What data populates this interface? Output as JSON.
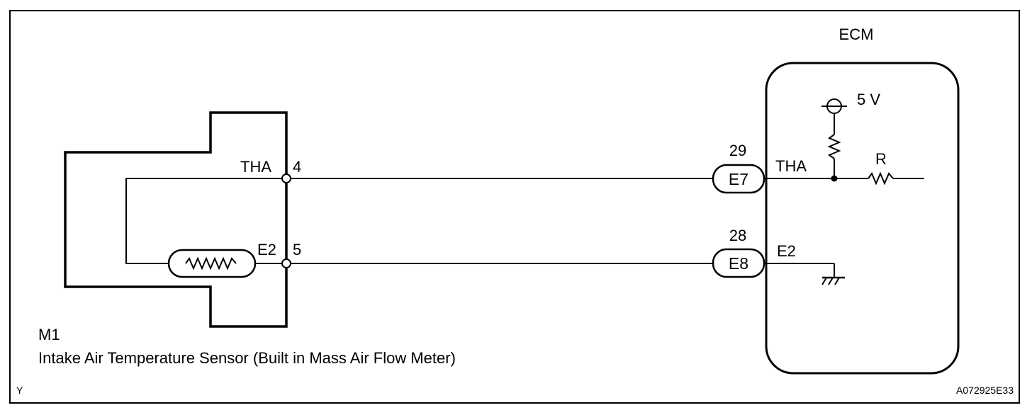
{
  "ecm": {
    "title": "ECM"
  },
  "sensor": {
    "id": "M1",
    "name": "Intake Air Temperature Sensor (Built in Mass Air Flow Meter)",
    "pin_tha_label": "THA",
    "pin_tha_num": "4",
    "pin_e2_label": "E2",
    "pin_e2_num": "5"
  },
  "connectors": {
    "tha": {
      "pin": "29",
      "id": "E7",
      "ecm_label": "THA"
    },
    "e2": {
      "pin": "28",
      "id": "E8",
      "ecm_label": "E2"
    }
  },
  "supply": {
    "voltage": "5 V"
  },
  "resistor": {
    "label": "R"
  },
  "footer": {
    "left_code": "Y",
    "right_code": "A072925E33"
  }
}
